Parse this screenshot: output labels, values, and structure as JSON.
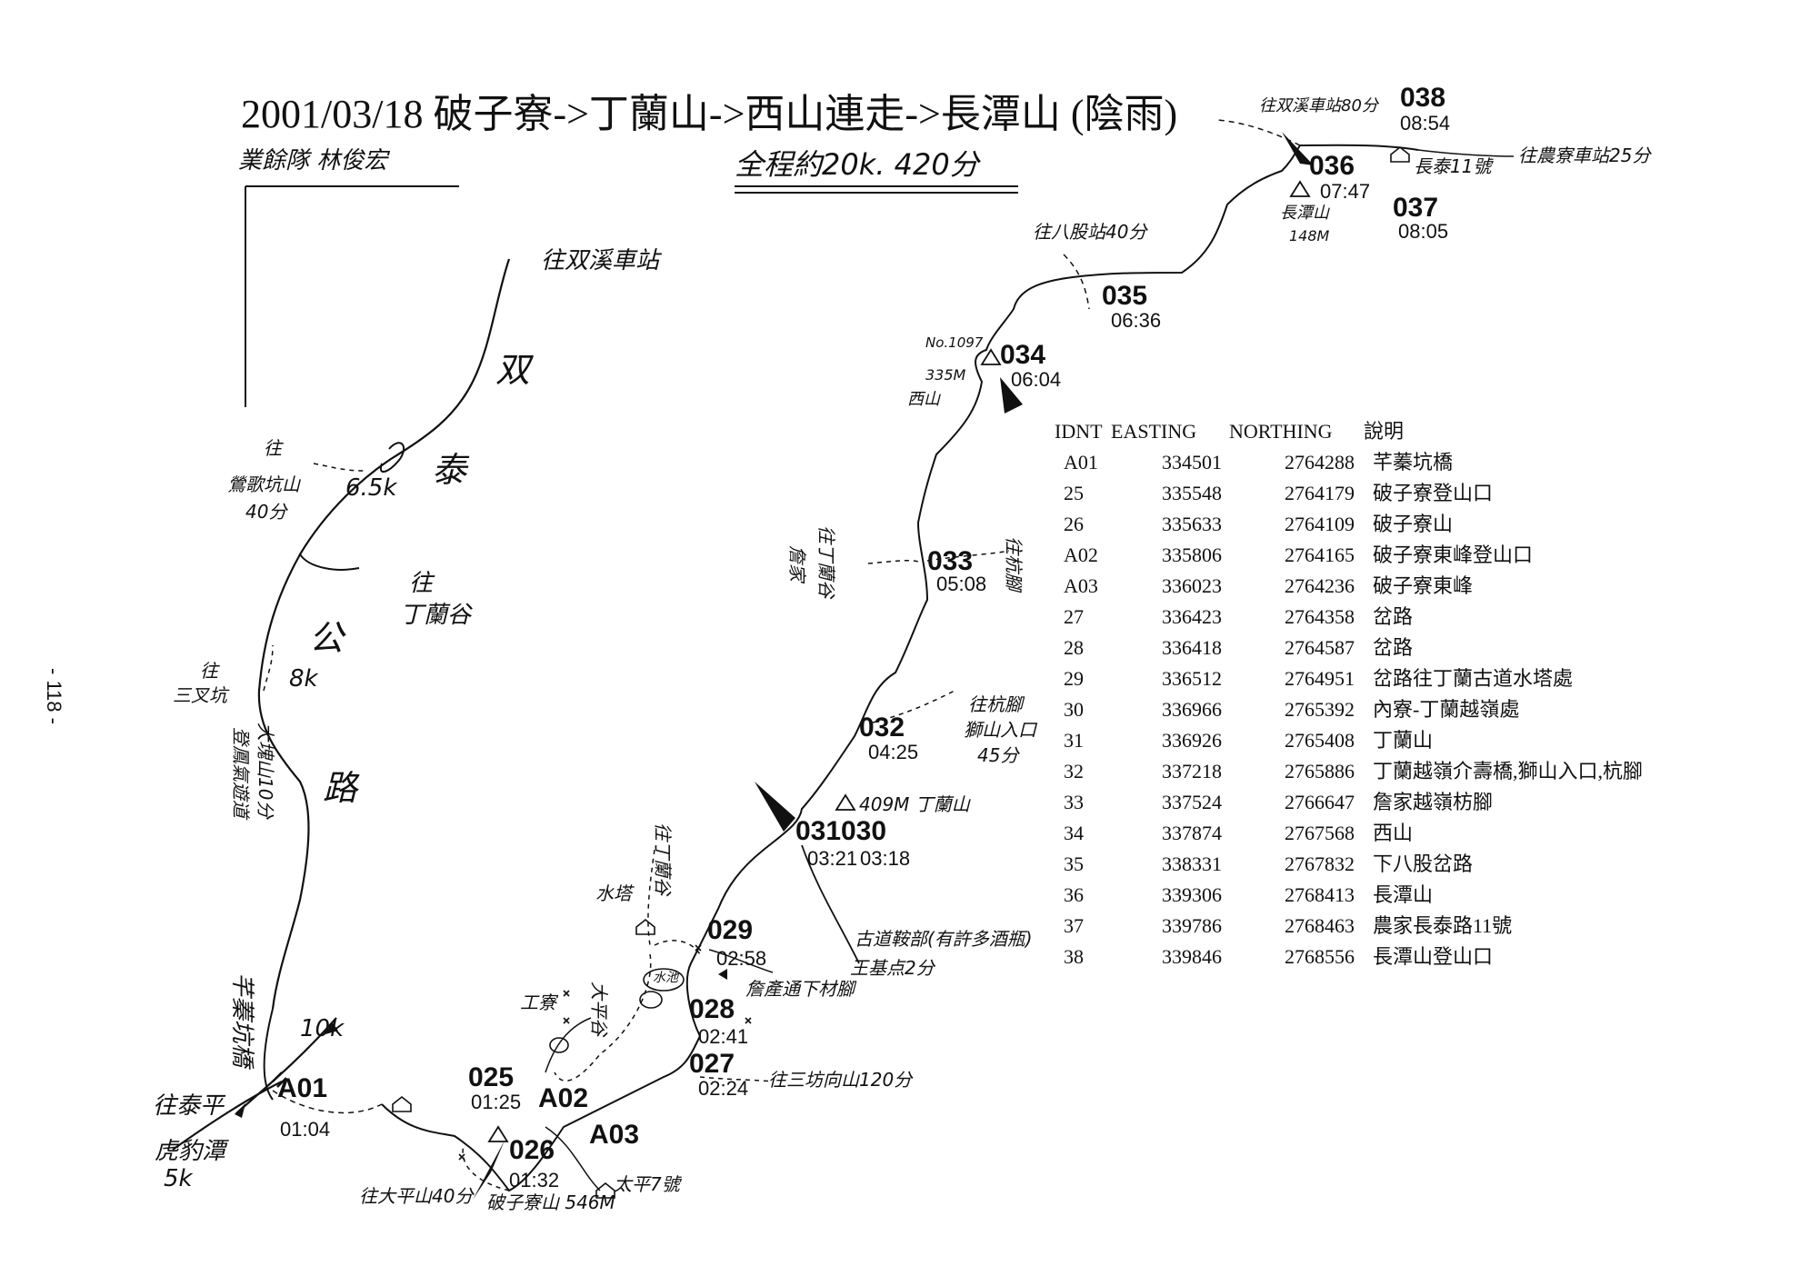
{
  "title": "2001/03/18 破子寮->丁蘭山->西山連走->長潭山 (陰雨)",
  "team": "業餘隊  林俊宏",
  "summary": "全程約20k. 420分",
  "page_number": "- 118 -",
  "table": {
    "headers": [
      "IDNT",
      "EASTING",
      "NORTHING",
      "說明"
    ],
    "rows": [
      {
        "id": "A01",
        "e": "334501",
        "n": "2764288",
        "d": "芊蓁坑橋"
      },
      {
        "id": "25",
        "e": "335548",
        "n": "2764179",
        "d": "破子寮登山口"
      },
      {
        "id": "26",
        "e": "335633",
        "n": "2764109",
        "d": "破子寮山"
      },
      {
        "id": "A02",
        "e": "335806",
        "n": "2764165",
        "d": "破子寮東峰登山口"
      },
      {
        "id": "A03",
        "e": "336023",
        "n": "2764236",
        "d": "破子寮東峰"
      },
      {
        "id": "27",
        "e": "336423",
        "n": "2764358",
        "d": "岔路"
      },
      {
        "id": "28",
        "e": "336418",
        "n": "2764587",
        "d": "岔路"
      },
      {
        "id": "29",
        "e": "336512",
        "n": "2764951",
        "d": "岔路往丁蘭古道水塔處"
      },
      {
        "id": "30",
        "e": "336966",
        "n": "2765392",
        "d": "內寮-丁蘭越嶺處"
      },
      {
        "id": "31",
        "e": "336926",
        "n": "2765408",
        "d": "丁蘭山"
      },
      {
        "id": "32",
        "e": "337218",
        "n": "2765886",
        "d": "丁蘭越嶺介壽橋,獅山入口,杭腳"
      },
      {
        "id": "33",
        "e": "337524",
        "n": "2766647",
        "d": "詹家越嶺枋腳"
      },
      {
        "id": "34",
        "e": "337874",
        "n": "2767568",
        "d": "西山"
      },
      {
        "id": "35",
        "e": "338331",
        "n": "2767832",
        "d": "下八股岔路"
      },
      {
        "id": "36",
        "e": "339306",
        "n": "2768413",
        "d": "長潭山"
      },
      {
        "id": "37",
        "e": "339786",
        "n": "2768463",
        "d": "農家長泰路11號"
      },
      {
        "id": "38",
        "e": "339846",
        "n": "2768556",
        "d": "長潭山登山口"
      }
    ]
  },
  "waypoints": [
    {
      "key": "a01",
      "id": "A01",
      "time": "01:04"
    },
    {
      "key": "w025",
      "id": "025",
      "time": "01:25"
    },
    {
      "key": "w026",
      "id": "026",
      "time": "01:32"
    },
    {
      "key": "a02",
      "id": "A02",
      "time": ""
    },
    {
      "key": "a03",
      "id": "A03",
      "time": ""
    },
    {
      "key": "w027",
      "id": "027",
      "time": "02:24"
    },
    {
      "key": "w028",
      "id": "028",
      "time": "02:41"
    },
    {
      "key": "w029",
      "id": "029",
      "time": "02:58"
    },
    {
      "key": "w031",
      "id": "031",
      "time": "03:21"
    },
    {
      "key": "w030",
      "id": "030",
      "time": "03:18"
    },
    {
      "key": "w032",
      "id": "032",
      "time": "04:25"
    },
    {
      "key": "w033",
      "id": "033",
      "time": "05:08"
    },
    {
      "key": "w034",
      "id": "034",
      "time": "06:04"
    },
    {
      "key": "w035",
      "id": "035",
      "time": "06:36"
    },
    {
      "key": "w036",
      "id": "036",
      "time": "07:47"
    },
    {
      "key": "w037",
      "id": "037",
      "time": "08:05"
    },
    {
      "key": "w038",
      "id": "038",
      "time": "08:54"
    }
  ],
  "labels": {
    "road_main": [
      "双",
      "泰",
      "公",
      "路"
    ],
    "to_shuangxi_station": "往双溪車站",
    "to_yingge": "往",
    "to_yingge2": "鶯歌坑山",
    "to_yingge3": "40分",
    "dist_65": "6.5k",
    "to_dinglan_gu": "往",
    "to_dinglan_gu2": "丁蘭谷",
    "dist_8": "8k",
    "to_sanchakeng": "往",
    "to_sanchakeng2": "三叉坑",
    "dazhenshan_trail": "登鳳氣遊道",
    "dazhenshan": "大塊山10分",
    "qianzhen_bridge": "芊蓁坑橋",
    "dist_10": "10k",
    "to_taiping": "往泰平",
    "dist_5": "5k",
    "bao_tan": "虎豹潭",
    "water_tower": "水塔",
    "to_dinglangu_v": "往丁蘭谷",
    "factory": "工寮",
    "taiping_gu": "大平谷",
    "pond": "水池",
    "to_dalishan": "往大平山40分",
    "pozhiliao_shan": "破子寮山 546M",
    "taiping7": "太平7號",
    "to_sanfang": "往三坊向山120分",
    "zhanchan_jiao": "詹產通下材腳",
    "gudao": "古道鞍部(有許多酒瓶)",
    "wang_ji": "王基点2分",
    "dinglan_mtn": "409M 丁蘭山",
    "to_fangjiao": "往杭腳",
    "shishan_entry": "獅山入口",
    "shishan_time": "45分",
    "to_dinglangu2": "往丁蘭谷",
    "zhanjia": "詹家",
    "to_fangjiao2": "往杭腳",
    "no1097": "No.1097",
    "h335": "335M",
    "xishan": "西山",
    "to_bagu": "往八股站40分",
    "to_shuangxi_60": "往双溪車站80分",
    "changtan_label": "長潭山",
    "h148": "148M",
    "changtai": "長泰11號",
    "to_nongyi": "往農寮車站25分"
  }
}
